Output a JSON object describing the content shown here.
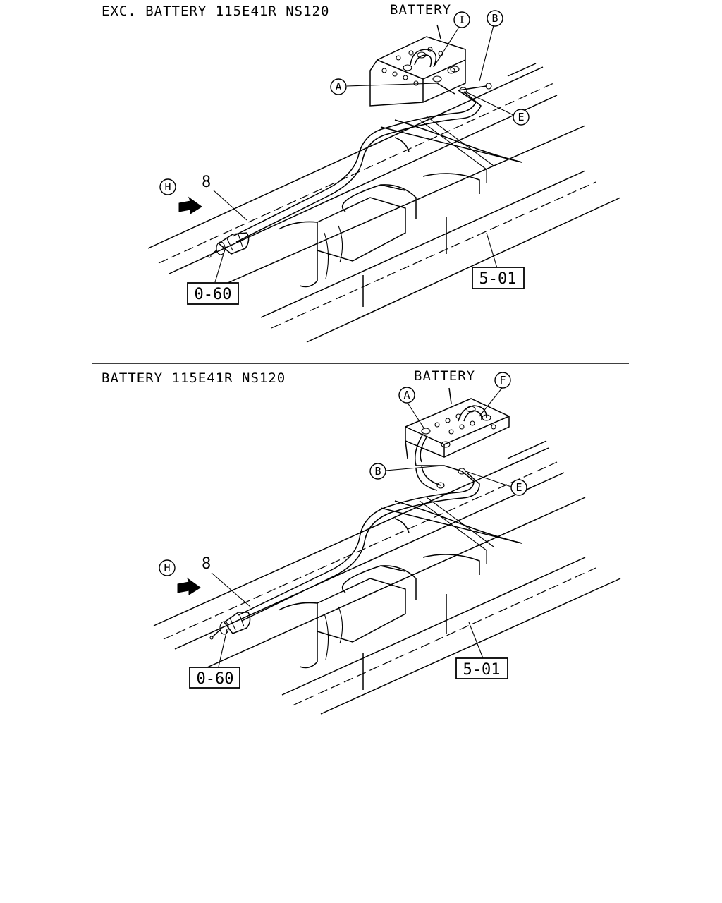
{
  "panels": [
    {
      "title": "EXC. BATTERY 115E41R NS120",
      "battery_label": "BATTERY",
      "callouts": [
        "I",
        "B",
        "A",
        "E",
        "H"
      ],
      "part_number": "8",
      "ref_codes": [
        "0-60",
        "5-01"
      ]
    },
    {
      "title": "BATTERY 115E41R NS120",
      "battery_label": "BATTERY",
      "callouts": [
        "A",
        "F",
        "B",
        "E",
        "H"
      ],
      "part_number": "8",
      "ref_codes": [
        "0-60",
        "5-01"
      ]
    }
  ]
}
